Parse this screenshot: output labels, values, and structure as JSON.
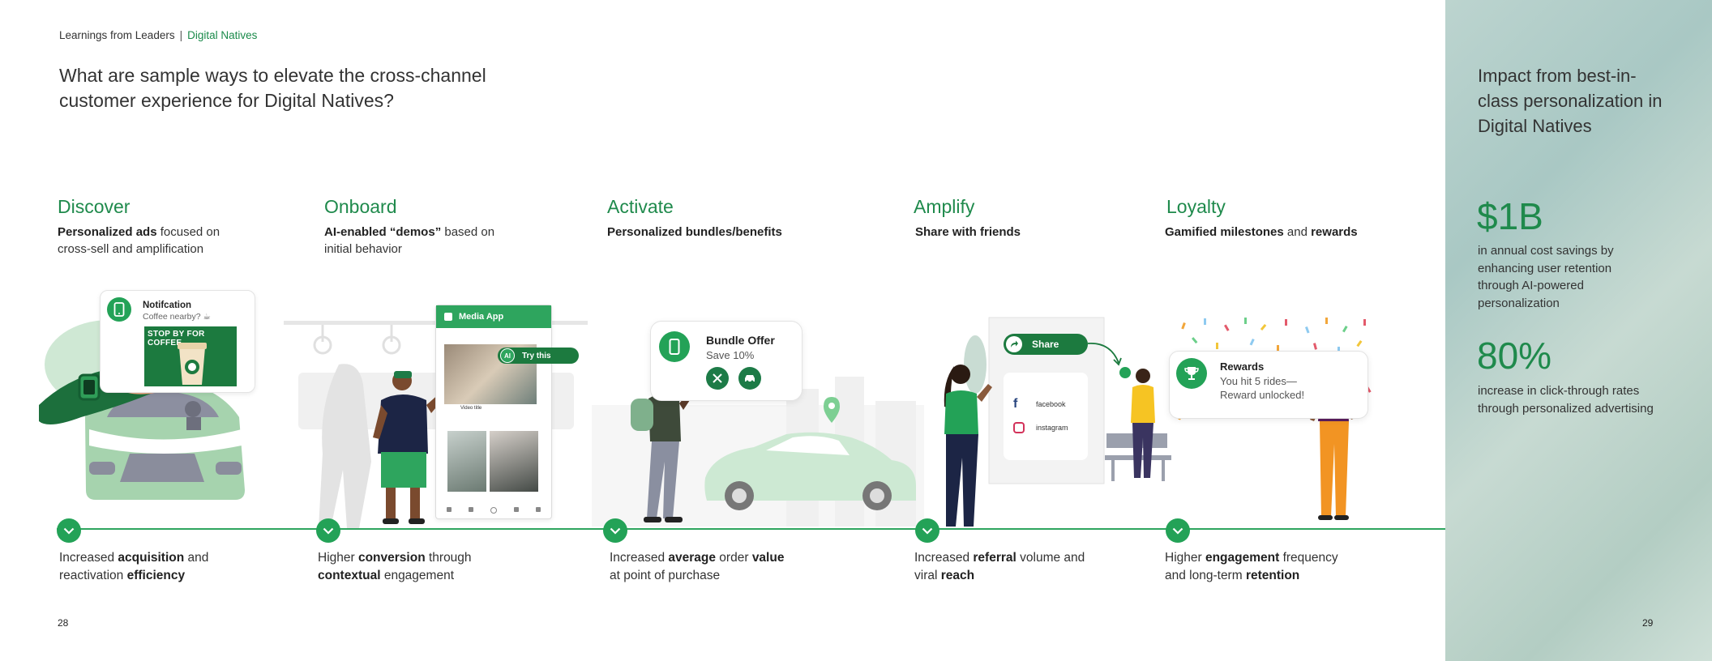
{
  "breadcrumb": {
    "section": "Learnings from Leaders",
    "separator": "|",
    "current": "Digital Natives"
  },
  "title": "What are sample ways to elevate the cross-channel customer experience for Digital Natives?",
  "stages": [
    {
      "title": "Discover",
      "desc": [
        [
          "Personalized ads",
          true
        ],
        [
          " focused on cross-sell and amplification",
          false
        ]
      ],
      "impact": [
        [
          "Increased ",
          false
        ],
        [
          "acquisition",
          true
        ],
        [
          " and reactivation ",
          false
        ],
        [
          "efficiency",
          true
        ]
      ]
    },
    {
      "title": "Onboard",
      "desc": [
        [
          "AI-enabled “demos”",
          true
        ],
        [
          " based on initial behavior",
          false
        ]
      ],
      "impact": [
        [
          "Higher ",
          false
        ],
        [
          "conversion",
          true
        ],
        [
          " through ",
          false
        ],
        [
          "contextual",
          true
        ],
        [
          " engagement",
          false
        ]
      ]
    },
    {
      "title": "Activate",
      "desc": [
        [
          "Personalized bundles/benefits",
          true
        ]
      ],
      "impact": [
        [
          "Increased ",
          false
        ],
        [
          "average",
          true
        ],
        [
          " order ",
          false
        ],
        [
          "value",
          true
        ],
        [
          " at point of purchase",
          false
        ]
      ]
    },
    {
      "title": "Amplify",
      "desc": [
        [
          "Share with friends",
          true
        ]
      ],
      "impact": [
        [
          "Increased ",
          false
        ],
        [
          "referral",
          true
        ],
        [
          " volume and viral ",
          false
        ],
        [
          "reach",
          true
        ]
      ]
    },
    {
      "title": "Loyalty",
      "desc": [
        [
          "Gamified milestones",
          true
        ],
        [
          " and ",
          false
        ],
        [
          "rewards",
          true
        ]
      ],
      "impact": [
        [
          "Higher ",
          false
        ],
        [
          "engagement",
          true
        ],
        [
          " frequency and long-term ",
          false
        ],
        [
          "retention",
          true
        ]
      ]
    }
  ],
  "illustrations": {
    "notification": {
      "title": "Notifcation",
      "subtitle": "Coffee nearby? ☕",
      "promo": "STOP BY FOR COFFEE"
    },
    "media_app": {
      "title": "Media App",
      "ai_badge": "AI",
      "try_label": "Try this",
      "video_title": "Video title"
    },
    "bundle": {
      "title": "Bundle Offer",
      "subtitle": "Save 10%"
    },
    "share": {
      "label": "Share",
      "facebook": "facebook",
      "instagram": "instagram"
    },
    "rewards": {
      "title": "Rewards",
      "line1": "You hit 5 rides—",
      "line2": "Reward unlocked!"
    }
  },
  "right_panel": {
    "title": "Impact from best-in-class personalization in Digital Natives",
    "stats": [
      {
        "value": "$1B",
        "desc": "in annual cost savings by enhancing user retention through AI-powered personalization"
      },
      {
        "value": "80%",
        "desc": "increase in click-through rates through personalized advertising"
      }
    ]
  },
  "page_numbers": {
    "left": "28",
    "right": "29"
  },
  "colors": {
    "accent": "#1f8a4c",
    "marker": "#23a257",
    "timeline": "#2ea55e",
    "panel": "#b3cdc3"
  },
  "icons": [
    "chevron-down-icon",
    "phone-icon",
    "trophy-icon",
    "share-arrow-icon",
    "facebook-icon",
    "instagram-icon",
    "utensils-icon",
    "car-icon",
    "location-pin-icon",
    "bell-icon"
  ]
}
